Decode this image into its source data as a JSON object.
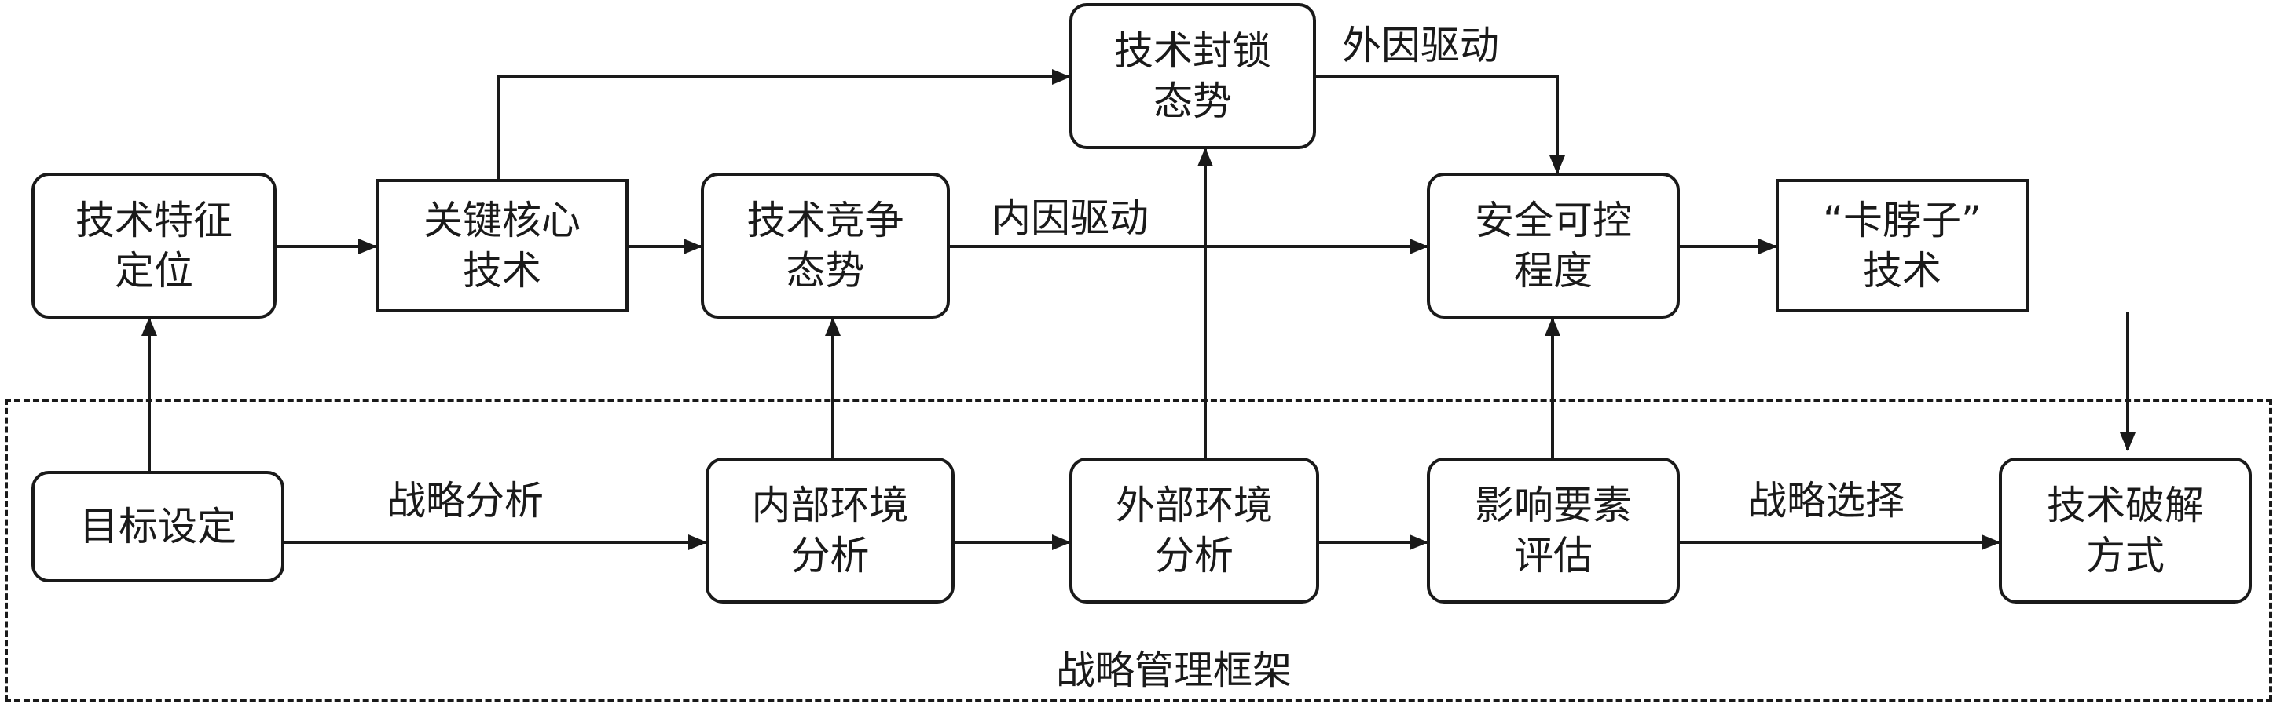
{
  "nodes": {
    "tech_feature": {
      "lines": [
        "技术特征",
        "定位"
      ]
    },
    "key_core": {
      "lines": [
        "关键核心",
        "技术"
      ]
    },
    "tech_competition": {
      "lines": [
        "技术竞争",
        "态势"
      ]
    },
    "tech_blockade": {
      "lines": [
        "技术封锁",
        "态势"
      ]
    },
    "security_control": {
      "lines": [
        "安全可控",
        "程度"
      ]
    },
    "choke_point": {
      "lines": [
        "“卡脖子”",
        "技术"
      ]
    },
    "goal_setting": {
      "lines": [
        "目标设定"
      ]
    },
    "internal_env": {
      "lines": [
        "内部环境",
        "分析"
      ]
    },
    "external_env": {
      "lines": [
        "外部环境",
        "分析"
      ]
    },
    "factor_eval": {
      "lines": [
        "影响要素",
        "评估"
      ]
    },
    "tech_crack": {
      "lines": [
        "技术破解",
        "方式"
      ]
    }
  },
  "edge_labels": {
    "external_drive": "外因驱动",
    "internal_drive": "内因驱动",
    "strategic_analysis": "战略分析",
    "strategic_choice": "战略选择"
  },
  "frame": {
    "title": "战略管理框架"
  }
}
